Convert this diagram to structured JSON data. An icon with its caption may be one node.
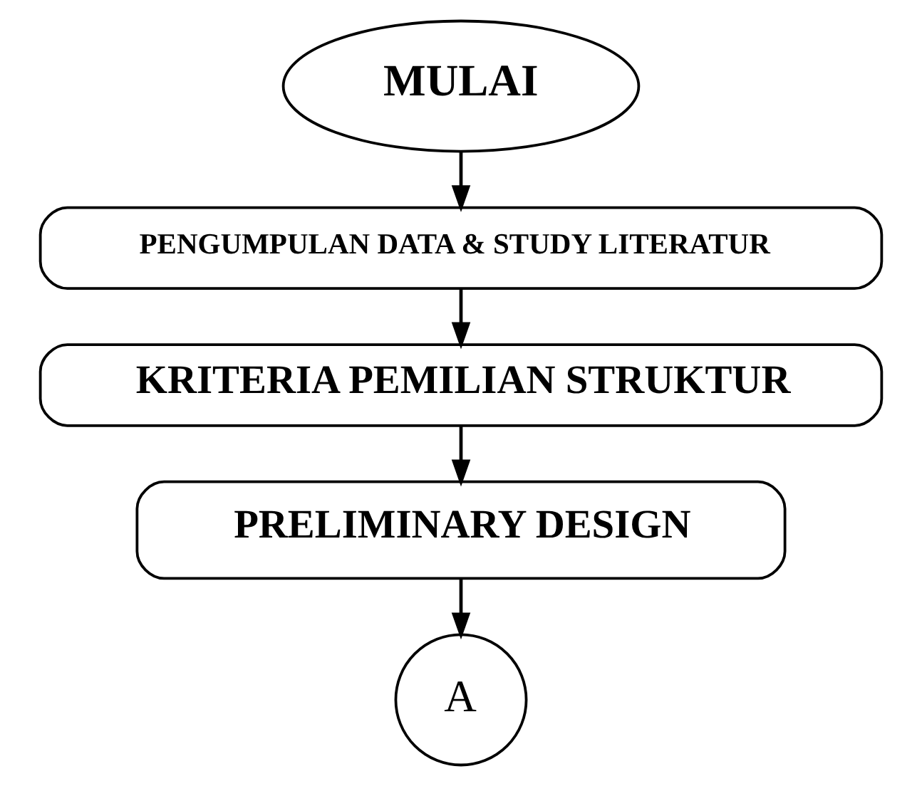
{
  "diagram": {
    "nodes": [
      {
        "text": [
          "MULAI"
        ]
      },
      {
        "text": [
          "PENGUMPULAN DATA & STUDY LITERATUR"
        ]
      },
      {
        "text": [
          "KRITERIA PEMILIAN STRUKTUR"
        ]
      },
      {
        "text": [
          "PRELIMINARY DESIGN"
        ]
      },
      {
        "text": [
          "A"
        ]
      }
    ],
    "edges": [
      {
        "from": 0,
        "to": 1,
        "arrow": "to"
      },
      {
        "from": 1,
        "to": 2,
        "arrow": "to"
      },
      {
        "from": 2,
        "to": 3,
        "arrow": "to"
      },
      {
        "from": 3,
        "to": 4,
        "arrow": "to"
      }
    ]
  }
}
